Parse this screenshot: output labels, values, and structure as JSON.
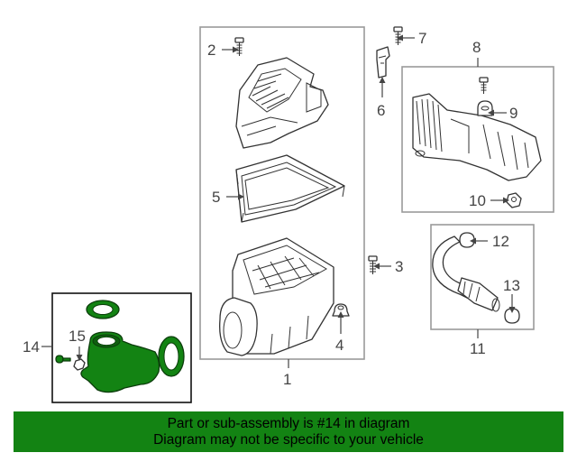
{
  "diagram": {
    "callouts": {
      "c1": "1",
      "c2": "2",
      "c3": "3",
      "c4": "4",
      "c5": "5",
      "c6": "6",
      "c7": "7",
      "c8": "8",
      "c9": "9",
      "c10": "10",
      "c11": "11",
      "c12": "12",
      "c13": "13",
      "c14": "14",
      "c15": "15"
    },
    "highlight_color": "#138313"
  },
  "banner": {
    "line1": "Part or sub-assembly is #14 in diagram",
    "line2": "Diagram may not be specific to your vehicle",
    "background": "#138313",
    "text_color": "#000000"
  }
}
